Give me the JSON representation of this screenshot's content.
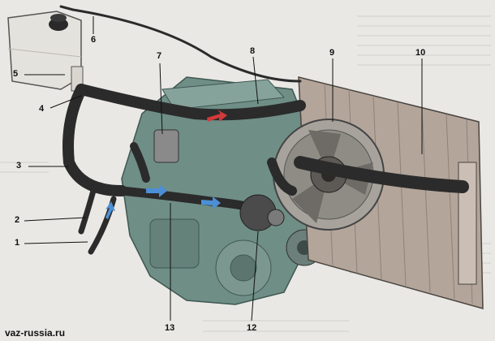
{
  "callouts": {
    "c1": "1",
    "c2": "2",
    "c3": "3",
    "c4": "4",
    "c5": "5",
    "c6": "6",
    "c7": "7",
    "c8": "8",
    "c9": "9",
    "c10": "10",
    "c12": "12",
    "c13": "13"
  },
  "watermark": "vaz-russia.ru",
  "colors": {
    "hose": "#2b2b2b",
    "engine": "#6f8e86",
    "radiator": "#b3a59a",
    "fan": "#8f8c86",
    "tank": "#e4e2dc",
    "flow_hot": "#d23a3a",
    "flow_cold": "#4c8fd6"
  }
}
